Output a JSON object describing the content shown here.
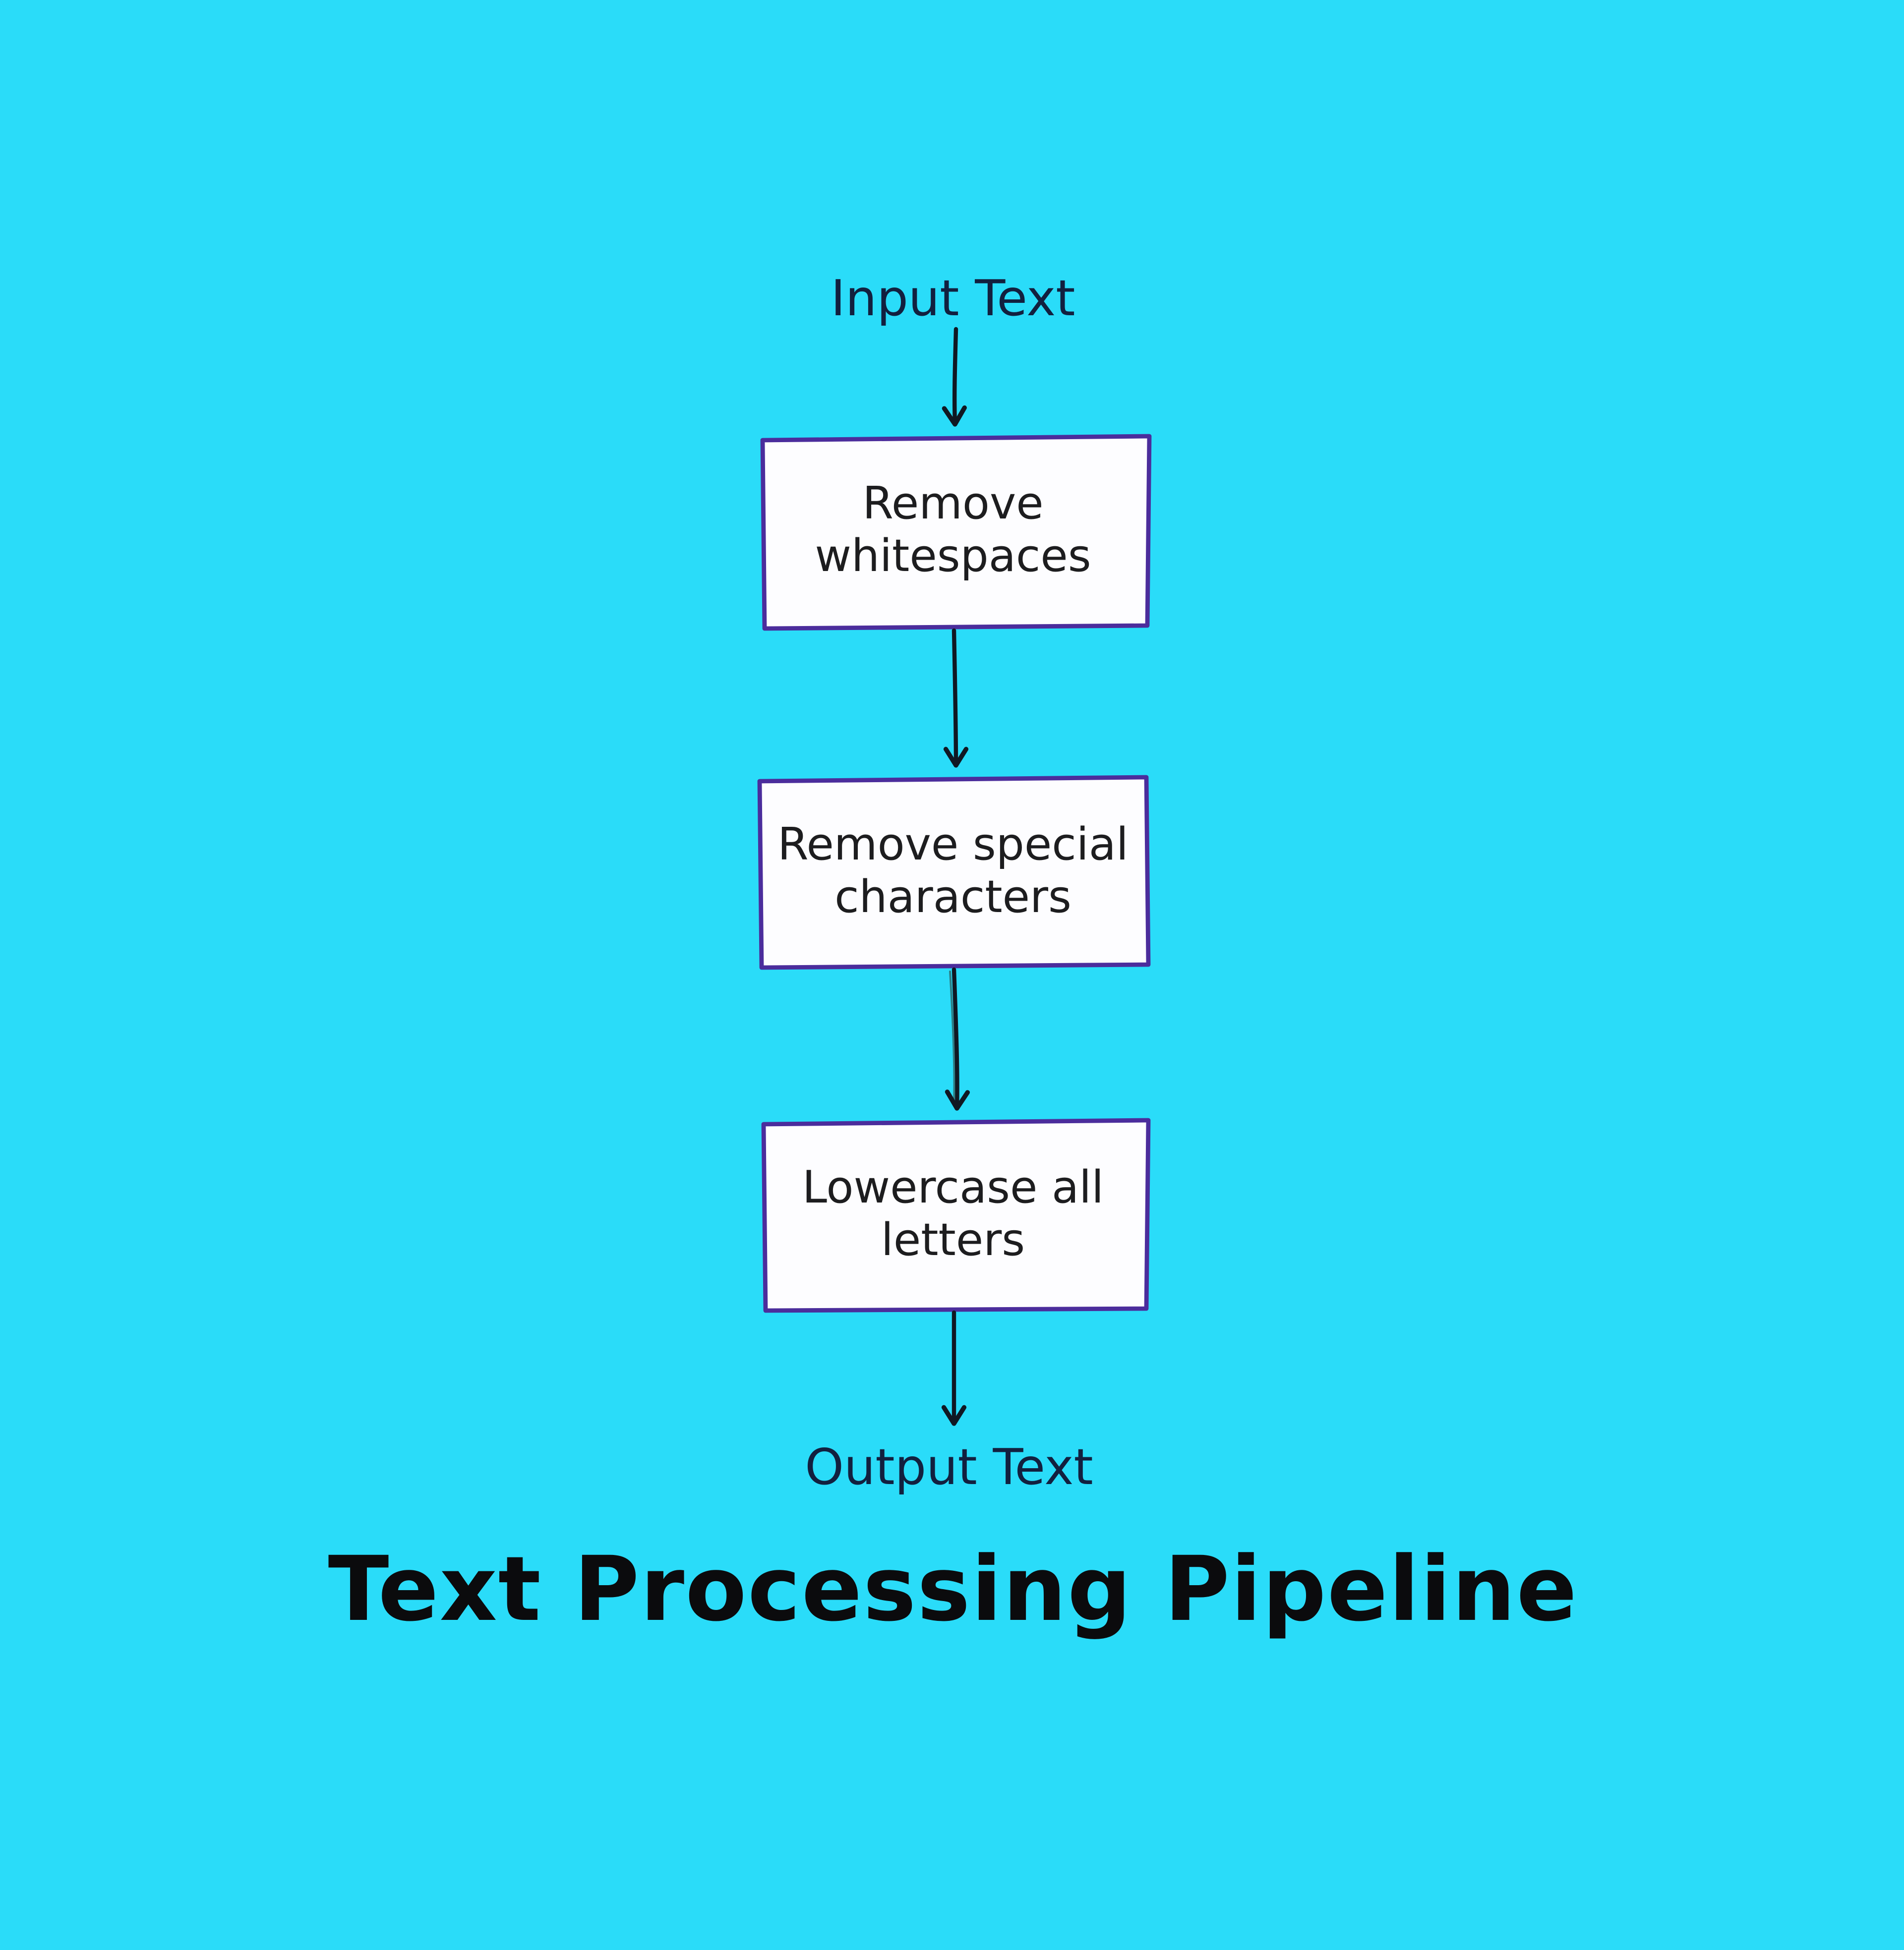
{
  "title": "Text Processing Pipeline",
  "flow": {
    "input_label": "Input Text",
    "output_label": "Output Text",
    "steps": [
      {
        "lines": [
          "Remove",
          "whitespaces"
        ]
      },
      {
        "lines": [
          "Remove special",
          "characters"
        ]
      },
      {
        "lines": [
          "Lowercase all",
          "letters"
        ]
      }
    ]
  },
  "colors": {
    "background": "#2ADCF9",
    "box_fill": "#FDFDFF",
    "box_border": "#4B2D9C",
    "arrow": "#101823",
    "arrow_echo": "#2F6F72",
    "label_text": "#12203F",
    "box_text": "#1D1D1F",
    "title_text": "#0B0B0D"
  }
}
